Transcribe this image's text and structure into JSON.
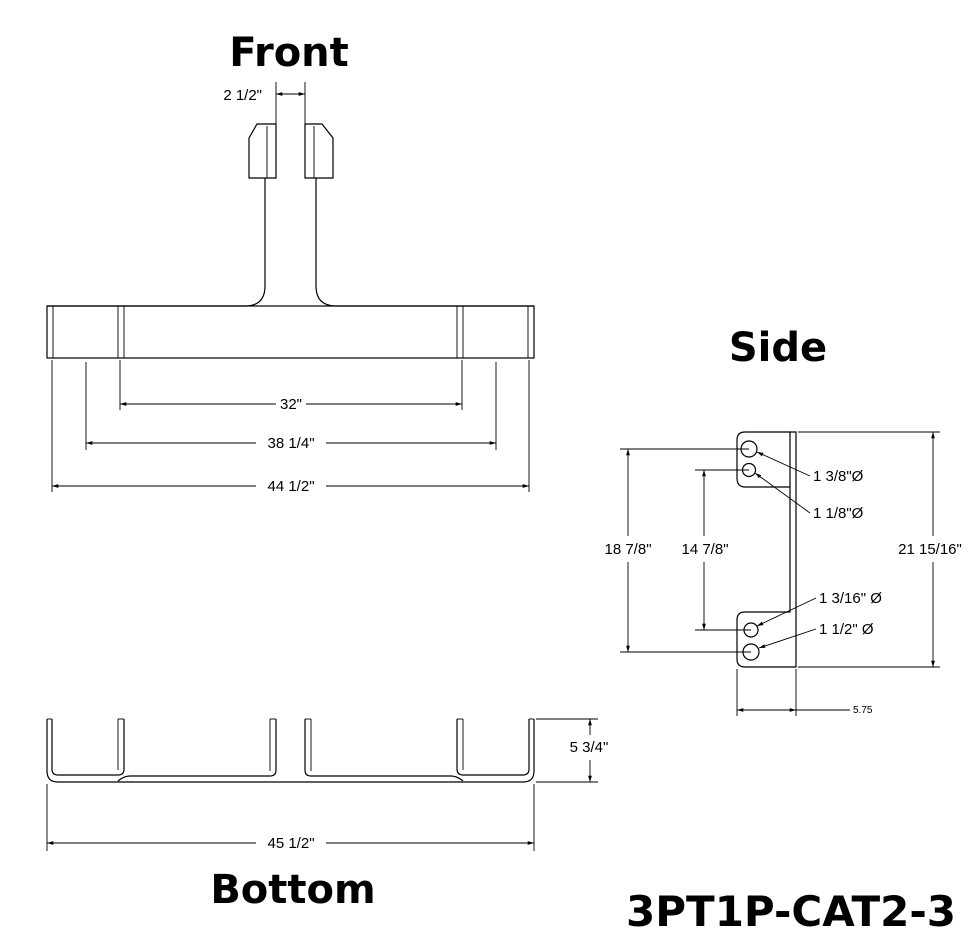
{
  "views": {
    "front": {
      "title": "Front",
      "dims": {
        "gap": "2 1/2\"",
        "inner": "32\"",
        "middle": "38 1/4\"",
        "overall": "44 1/2\""
      }
    },
    "side": {
      "title": "Side",
      "dims": {
        "hole_top_large": "1 3/8\"Ø",
        "hole_top_small": "1 1/8\"Ø",
        "hole_bottom_small": "1 3/16\" Ø",
        "hole_bottom_large": "1 1/2\" Ø",
        "outer_span": "18 7/8\"",
        "inner_span": "14 7/8\"",
        "height": "21 15/16\"",
        "depth": "5.75"
      }
    },
    "bottom": {
      "title": "Bottom",
      "dims": {
        "height": "5 3/4\"",
        "width": "45 1/2\""
      }
    }
  },
  "part_number": "3PT1P-CAT2-3"
}
